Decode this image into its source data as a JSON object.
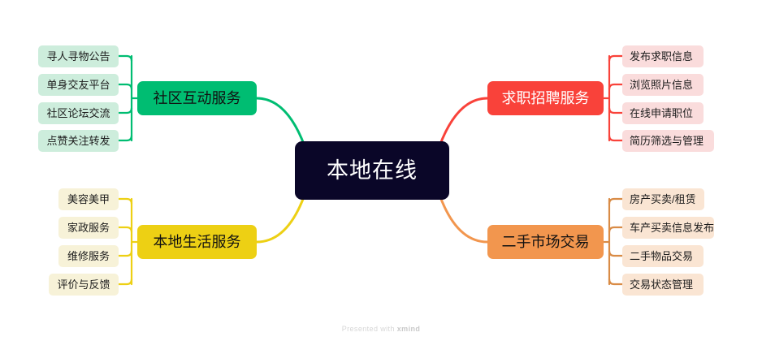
{
  "app": {
    "watermark_prefix": "Presented with",
    "watermark_brand": "xmind"
  },
  "colors": {
    "root_bg": "#0a0628",
    "root_text": "#ffffff",
    "green": "#00bd72",
    "green_light": "#cdeddc",
    "yellow": "#edd014",
    "yellow_light": "#f7f2d8",
    "red": "#f9423a",
    "red_light": "#fadcdc",
    "orange": "#f2964e",
    "orange_light": "#fae5d3",
    "canvas_bg": "#ffffff"
  },
  "mindmap": {
    "root": {
      "label": "本地在线"
    },
    "branches": [
      {
        "id": "community",
        "label": "社区互动服务",
        "side": "left",
        "color": "#00bd72",
        "children": [
          {
            "label": "寻人寻物公告"
          },
          {
            "label": "单身交友平台"
          },
          {
            "label": "社区论坛交流"
          },
          {
            "label": "点赞关注转发"
          }
        ]
      },
      {
        "id": "local-life",
        "label": "本地生活服务",
        "side": "left",
        "color": "#edd014",
        "children": [
          {
            "label": "美容美甲"
          },
          {
            "label": "家政服务"
          },
          {
            "label": "维修服务"
          },
          {
            "label": "评价与反馈"
          }
        ]
      },
      {
        "id": "recruitment",
        "label": "求职招聘服务",
        "side": "right",
        "color": "#f9423a",
        "children": [
          {
            "label": "发布求职信息"
          },
          {
            "label": "浏览照片信息"
          },
          {
            "label": "在线申请职位"
          },
          {
            "label": "简历筛选与管理"
          }
        ]
      },
      {
        "id": "secondhand",
        "label": "二手市场交易",
        "side": "right",
        "color": "#f2964e",
        "children": [
          {
            "label": "房产买卖/租赁"
          },
          {
            "label": "车产买卖信息发布"
          },
          {
            "label": "二手物品交易"
          },
          {
            "label": "交易状态管理"
          }
        ]
      }
    ]
  }
}
